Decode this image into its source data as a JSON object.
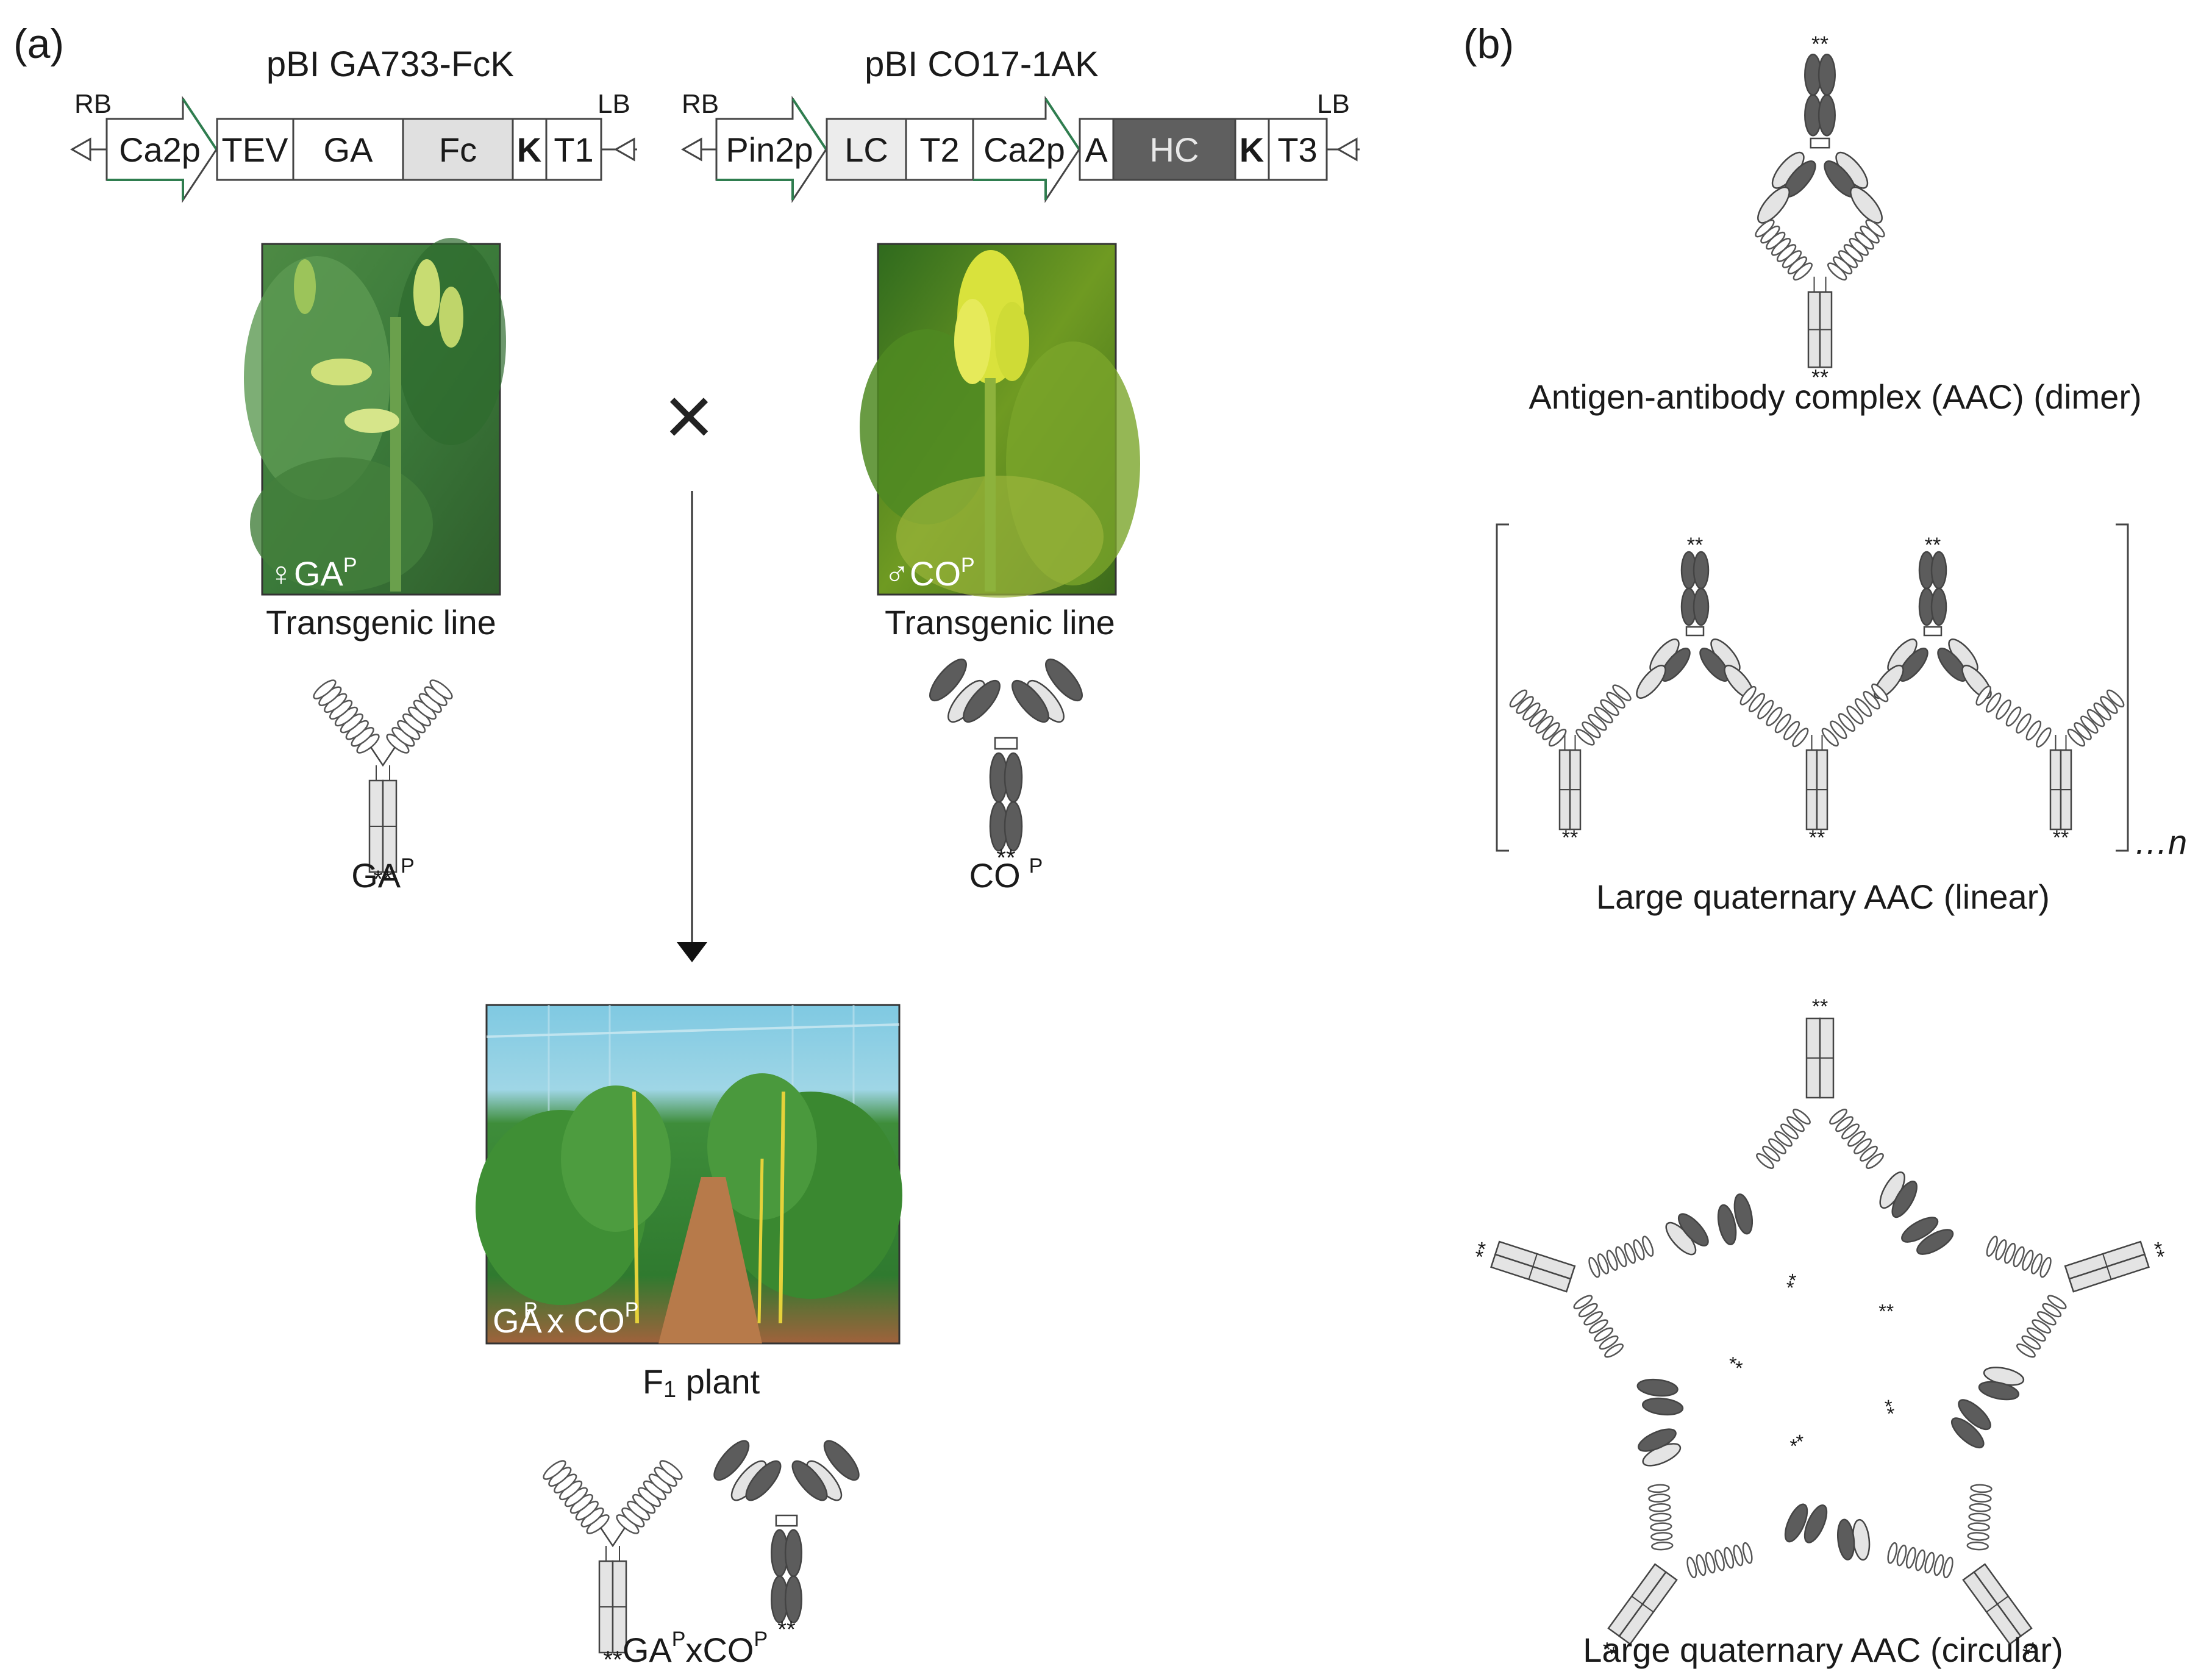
{
  "panel_a": {
    "label": "(a)",
    "construct_left": {
      "title": "pBI GA733-FcK",
      "rb": "RB",
      "lb": "LB",
      "segments": [
        "Ca2p",
        "TEV",
        "GA",
        "Fc",
        "K",
        "T1"
      ]
    },
    "construct_right": {
      "title": "pBI CO17-1AK",
      "rb": "RB",
      "lb": "LB",
      "segments": [
        "Pin2p",
        "LC",
        "T2",
        "Ca2p",
        "A",
        "HC",
        "K",
        "T3"
      ]
    },
    "cross_symbol": "×",
    "left_photo_tag": "♀GA",
    "left_photo_tag_sup": "P",
    "right_photo_tag": "♂CO",
    "right_photo_tag_sup": "P",
    "left_caption": "Transgenic line",
    "right_caption": "Transgenic line",
    "left_antibody_label": "GA",
    "left_antibody_label_sup": "P",
    "right_antibody_label": "CO",
    "right_antibody_label_sup": "P",
    "f1_photo_tag_a": "GA",
    "f1_photo_tag_sup_a": "P",
    "f1_photo_tag_x": " x ",
    "f1_photo_tag_b": "CO",
    "f1_photo_tag_sup_b": "P",
    "f1_caption_main": "F",
    "f1_caption_sub": "1",
    "f1_caption_rest": " plant",
    "f1_label_a": "GA",
    "f1_label_sup_a": "P",
    "f1_label_x": "x",
    "f1_label_b": "CO",
    "f1_label_sup_b": "P"
  },
  "panel_b": {
    "label": "(b)",
    "dimer_caption": "Antigen-antibody complex (AAC) (dimer)",
    "linear_caption": "Large quaternary AAC (linear)",
    "linear_repeat": "…n",
    "circular_caption": "Large quaternary AAC (circular)"
  },
  "colors": {
    "dark_domain": "#5c5c5c",
    "light_domain": "#e4e4e4",
    "fc_box": "#e0e0e0",
    "hc_box": "#5f5f5f",
    "arrow_green": "#2f7d4f"
  }
}
